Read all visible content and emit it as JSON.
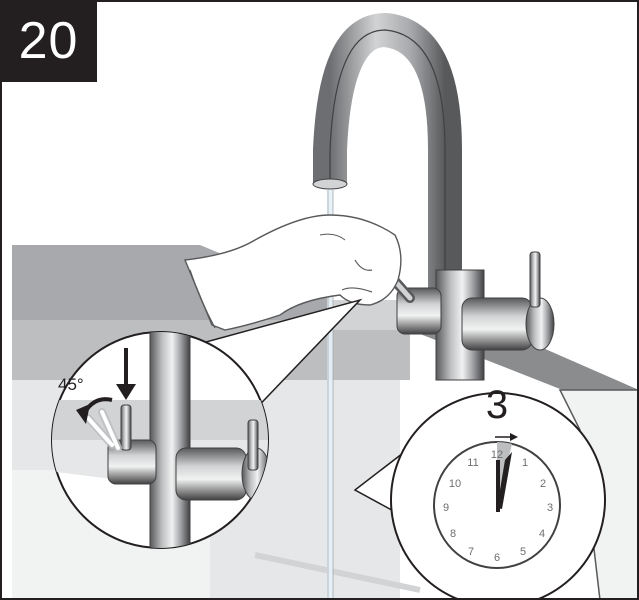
{
  "step_number": "20",
  "rotation_angle_label": "45°",
  "timer_minutes": "3",
  "clock": {
    "numerals": [
      "12",
      "1",
      "2",
      "3",
      "4",
      "5",
      "6",
      "7",
      "8",
      "9",
      "10",
      "11"
    ]
  },
  "colors": {
    "border": "#231f20",
    "badge_bg": "#231f20",
    "badge_text": "#ffffff",
    "worktop": "#9a9a9c",
    "chrome_light": "#e6e7e8",
    "chrome_dark": "#58595b",
    "glove_outline": "#58595b"
  },
  "icons": {
    "press_arrow": "arrow-down-icon",
    "rotate_arrow": "curved-arrow-left-icon",
    "clock": "clock-face-icon"
  }
}
